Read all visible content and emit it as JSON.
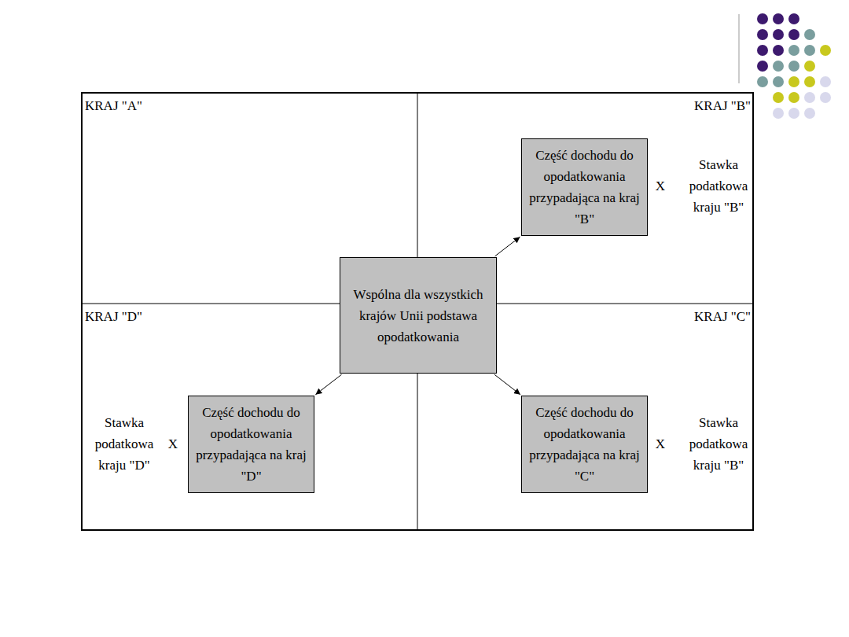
{
  "diagram": {
    "nodes": [
      {
        "text": [
          "Część dochodu do opodatkowania przypadająca na kraj \"B\""
        ]
      },
      {
        "text": [
          "Wspólna dla wszystkich krajów Unii podstawa opodatkowania"
        ]
      },
      {
        "text": [
          "Część dochodu do opodatkowania przypadająca na kraj \"D\""
        ]
      },
      {
        "text": [
          "Część dochodu do opodatkowania przypadająca na kraj \"C\""
        ]
      }
    ],
    "edges": [
      {
        "from": 1,
        "to": 0,
        "arrow": "to"
      },
      {
        "from": 1,
        "to": 2,
        "arrow": "to"
      },
      {
        "from": 1,
        "to": 3,
        "arrow": "to"
      }
    ],
    "labels": [
      "KRAJ \"A\"",
      "KRAJ \"B\"",
      "X",
      "Stawka podatkowa kraju \"B\"",
      "KRAJ \"D\"",
      "KRAJ \"C\"",
      "Stawka podatkowa kraju \"D\"",
      "X",
      "X",
      "Stawka podatkowa kraju \"B\""
    ]
  }
}
